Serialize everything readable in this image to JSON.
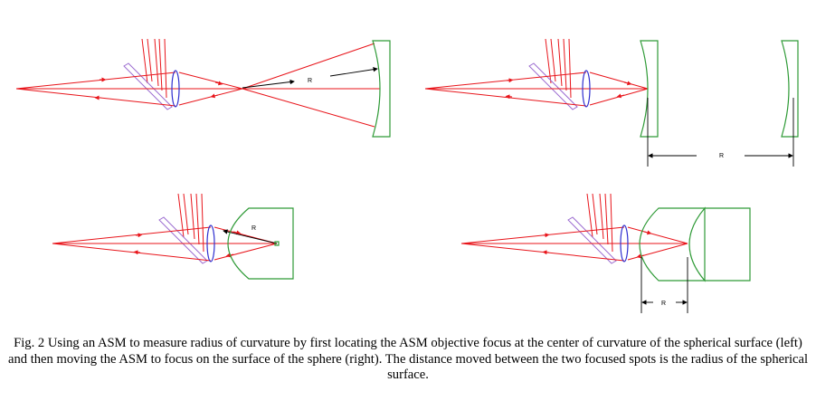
{
  "diagram": {
    "panels": [
      {
        "name": "top-left",
        "label": "R"
      },
      {
        "name": "top-right",
        "label": "R"
      },
      {
        "name": "bottom-left",
        "label": "R"
      },
      {
        "name": "bottom-right",
        "label": "R"
      }
    ],
    "colors": {
      "rays": "#e8141a",
      "lens": "#3030d0",
      "beam_splitter": "#9b6bd0",
      "optic": "#2e9a36",
      "dimension": "#000000"
    }
  },
  "caption": "Fig. 2 Using an ASM to measure radius of curvature by first locating the ASM objective focus at the center of curvature of the spherical surface (left) and then moving the ASM to focus on the surface of the sphere (right). The distance moved between the two focused spots is the radius of the spherical surface."
}
